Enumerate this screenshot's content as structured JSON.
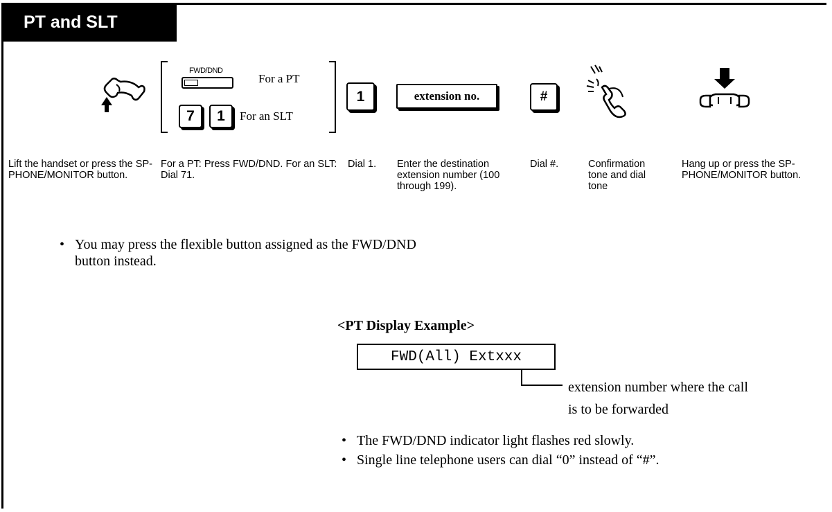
{
  "section_title": "PT and SLT",
  "step2": {
    "fwd_dnd_key_label": "FWD/DND",
    "for_pt": "For a PT",
    "key_7": "7",
    "key_1": "1",
    "for_slt": "For an SLT"
  },
  "step3": {
    "key": "1"
  },
  "step4": {
    "box": "extension no."
  },
  "step5": {
    "key": "#"
  },
  "captions": {
    "lift": "Lift the handset or press the SP-PHONE/MONITOR button.",
    "press": "For a PT: Press FWD/DND. For an SLT: Dial 71.",
    "dial1": "Dial 1.",
    "enter": "Enter the destination extension number (100 through 199).",
    "dialhash": "Dial #.",
    "confirm": "Confirmation tone and dial tone",
    "hangup": "Hang up or press the SP-PHONE/MONITOR button."
  },
  "note1": "You may press the flexible button assigned as the FWD/DND button instead.",
  "display_example": {
    "title": "<PT Display Example>",
    "text": "FWD(All) Extxxx",
    "callout": "extension number where the call is to be forwarded"
  },
  "notes2": [
    "The FWD/DND indicator light flashes red slowly.",
    "Single line telephone users can dial “0” instead of “#”."
  ],
  "icons": [
    "handset-lift-icon",
    "fwd-dnd-key-icon",
    "handset-tone-icon",
    "handset-hangup-icon"
  ]
}
